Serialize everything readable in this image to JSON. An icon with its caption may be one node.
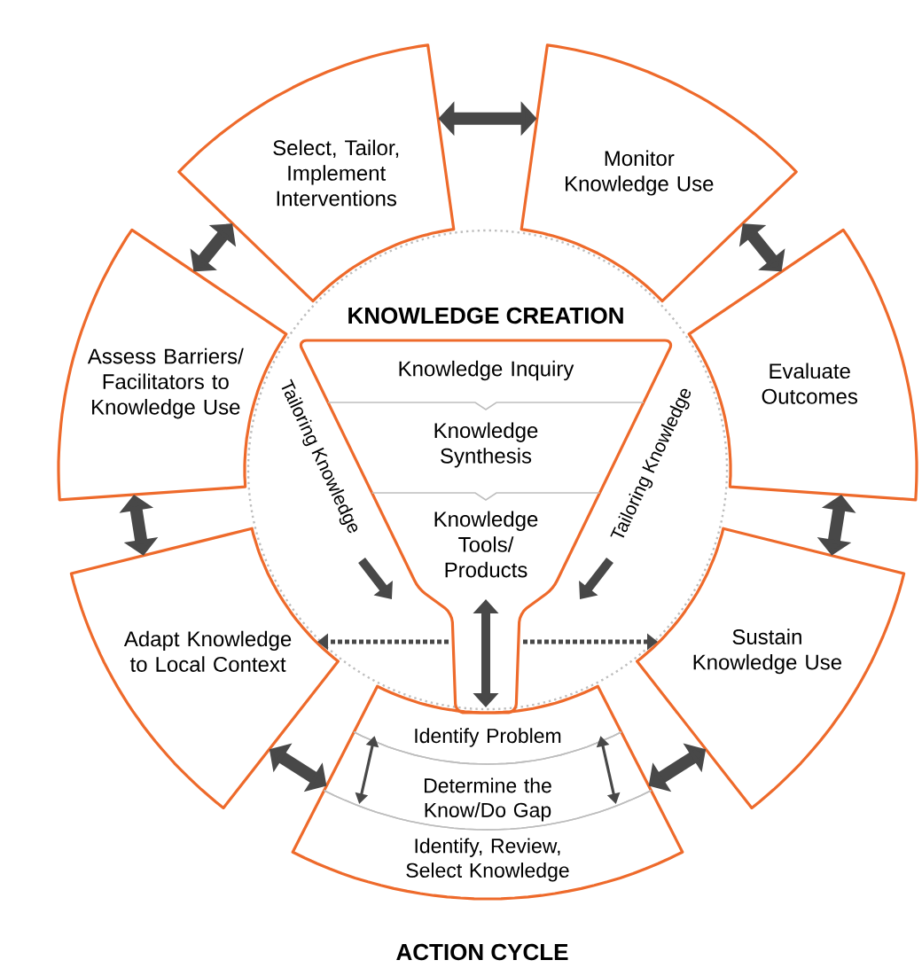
{
  "diagram": {
    "nodes": [
      {
        "text": [
          "Select, Tailor, Implement Interventions"
        ]
      },
      {
        "text": [
          "Monitor Knowledge Use"
        ]
      },
      {
        "text": [
          "Assess Barriers/ Facilitators to Knowledge Use"
        ]
      },
      {
        "text": [
          "Evaluate Outcomes"
        ]
      },
      {
        "text": [
          "KNOWLEDGE CREATION"
        ]
      },
      {
        "text": [
          "Knowledge Inquiry"
        ],
        "in": 4
      },
      {
        "text": [
          "Knowledge Synthesis"
        ],
        "in": 4
      },
      {
        "text": [
          "Knowledge Tools/ Products"
        ],
        "in": 4
      },
      {
        "text": [
          "Adapt Knowledge to Local Context"
        ]
      },
      {
        "text": [
          "Sustain Knowledge Use"
        ]
      },
      {
        "text": [],
        "shape": "sector"
      },
      {
        "text": [
          "Identify Problem"
        ],
        "in": 10
      },
      {
        "text": [
          "Determine the Know/Do Gap"
        ],
        "in": 10
      },
      {
        "text": [
          "Identify, Review, Select Knowledge"
        ],
        "in": 10
      }
    ],
    "edges": [
      {
        "from": 8,
        "to": 2,
        "arrow": "both"
      },
      {
        "from": 2,
        "to": 0,
        "arrow": "both"
      },
      {
        "from": 0,
        "to": 1,
        "arrow": "both"
      },
      {
        "from": 1,
        "to": 3,
        "arrow": "both"
      },
      {
        "from": 3,
        "to": 9,
        "arrow": "both"
      },
      {
        "from": 9,
        "to": 10,
        "arrow": "both"
      },
      {
        "from": 10,
        "to": 8,
        "arrow": "both"
      },
      {
        "from": 7,
        "to": 11,
        "arrow": "both"
      },
      {
        "from": 11,
        "to": 12,
        "arrow": "both"
      },
      {
        "from": 12,
        "to": 11,
        "arrow": "both"
      },
      {
        "from": 4,
        "to": 8,
        "arrow": "to",
        "style": "dashed"
      },
      {
        "from": 4,
        "to": 9,
        "arrow": "to",
        "style": "dashed"
      }
    ],
    "labels": [
      "Tailoring Knowledge",
      "Tailoring Knowledge",
      "ACTION CYCLE"
    ]
  }
}
